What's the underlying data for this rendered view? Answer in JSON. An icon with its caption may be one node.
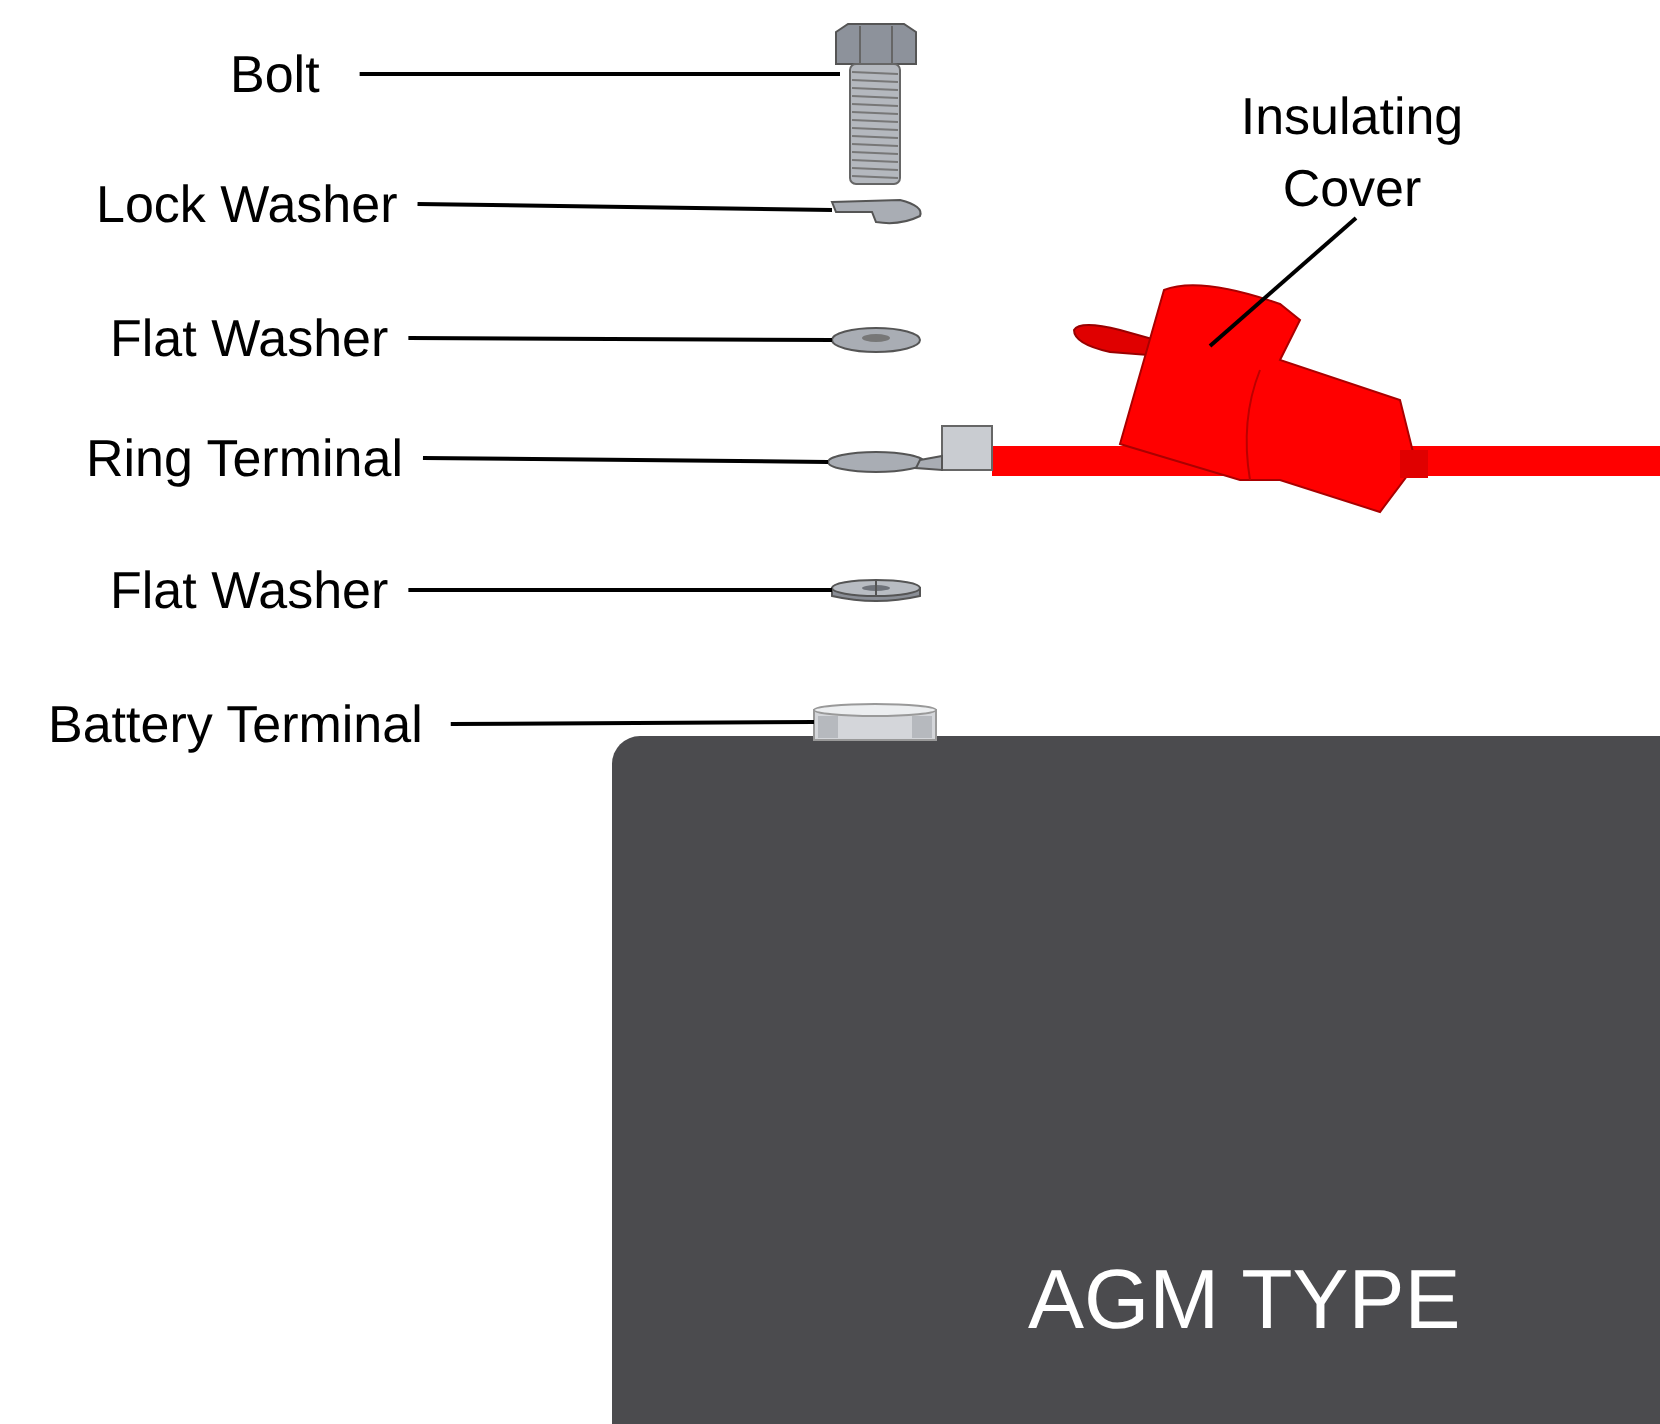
{
  "diagram": {
    "nodes": [
      {
        "text": [
          "Bolt"
        ]
      },
      {
        "text": [
          "Lock Washer"
        ]
      },
      {
        "text": [
          "Flat Washer"
        ]
      },
      {
        "text": [
          "Ring Terminal"
        ]
      },
      {
        "text": [
          "Flat Washer"
        ]
      },
      {
        "text": [
          "Battery Terminal"
        ]
      },
      {
        "text": [
          "Insulating Cover"
        ]
      },
      {
        "text": [],
        "shape": "picture"
      },
      {
        "text": [],
        "shape": "picture"
      },
      {
        "text": [],
        "shape": "picture"
      },
      {
        "text": [],
        "shape": "picture"
      },
      {
        "text": [],
        "shape": "picture"
      },
      {
        "text": [],
        "shape": "picture"
      },
      {
        "text": [],
        "shape": "picture"
      },
      {
        "text": [
          "AGM TYPE"
        ]
      }
    ],
    "edges": [
      {
        "from": 0,
        "to": 7,
        "arrow": "none"
      },
      {
        "from": 1,
        "to": 8,
        "arrow": "none"
      },
      {
        "from": 2,
        "to": 9,
        "arrow": "none"
      },
      {
        "from": 3,
        "to": 10,
        "arrow": "none"
      },
      {
        "from": 4,
        "to": 11,
        "arrow": "none"
      },
      {
        "from": 5,
        "to": 12,
        "arrow": "none"
      },
      {
        "from": 6,
        "to": 13,
        "arrow": "none"
      }
    ]
  }
}
